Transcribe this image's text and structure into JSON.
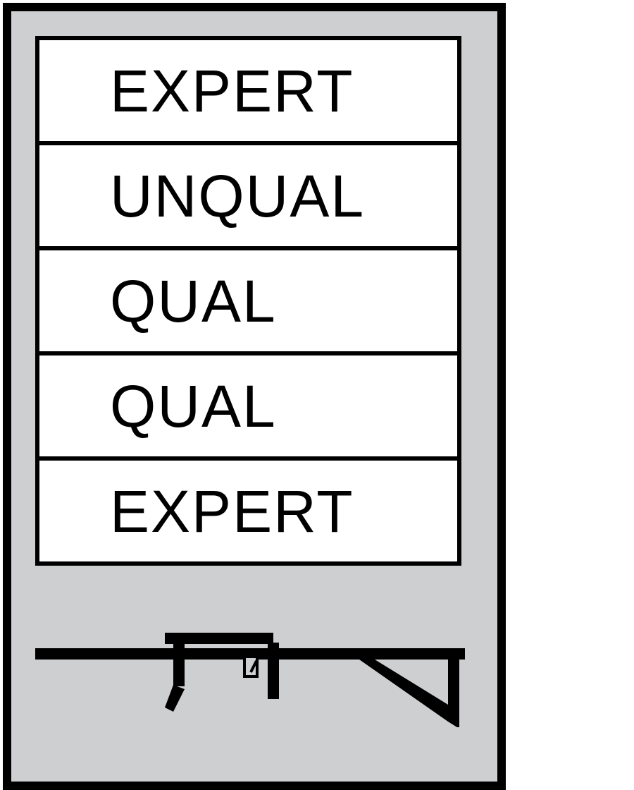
{
  "badge": {
    "background_color": "#cdcfd1",
    "border_color": "#000000",
    "rows": [
      {
        "label": "EXPERT"
      },
      {
        "label": "UNQUAL"
      },
      {
        "label": "QUAL"
      },
      {
        "label": "QUAL"
      },
      {
        "label": "EXPERT"
      }
    ],
    "icon": "rifle-icon"
  }
}
